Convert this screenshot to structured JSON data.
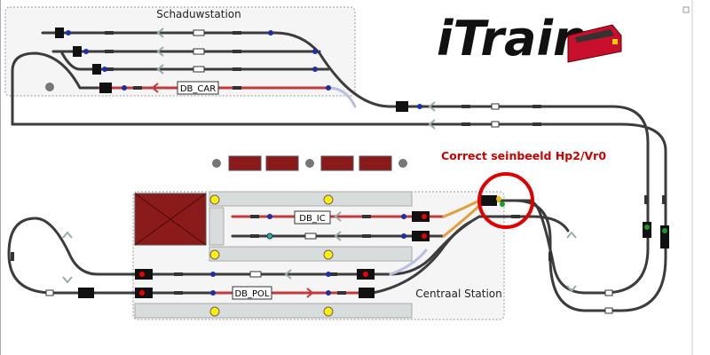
{
  "app": {
    "logo_text": "iTrain"
  },
  "labels": {
    "shadow_station": "Schaduwstation",
    "central_station": "Centraal Station",
    "annotation": "Correct seinbeeld Hp2/Vr0"
  },
  "blocks": {
    "db_car": "DB_CAR",
    "db_ic": "DB_IC",
    "db_pol": "DB_POL"
  },
  "colors": {
    "track": "#3c3c3c",
    "occupied": "#c23a3a",
    "reserved": "#e0a040",
    "route": "#b8c0e0",
    "accent": "#e00000",
    "building": "#8b1a1a",
    "platform": "#d8dcdc"
  }
}
